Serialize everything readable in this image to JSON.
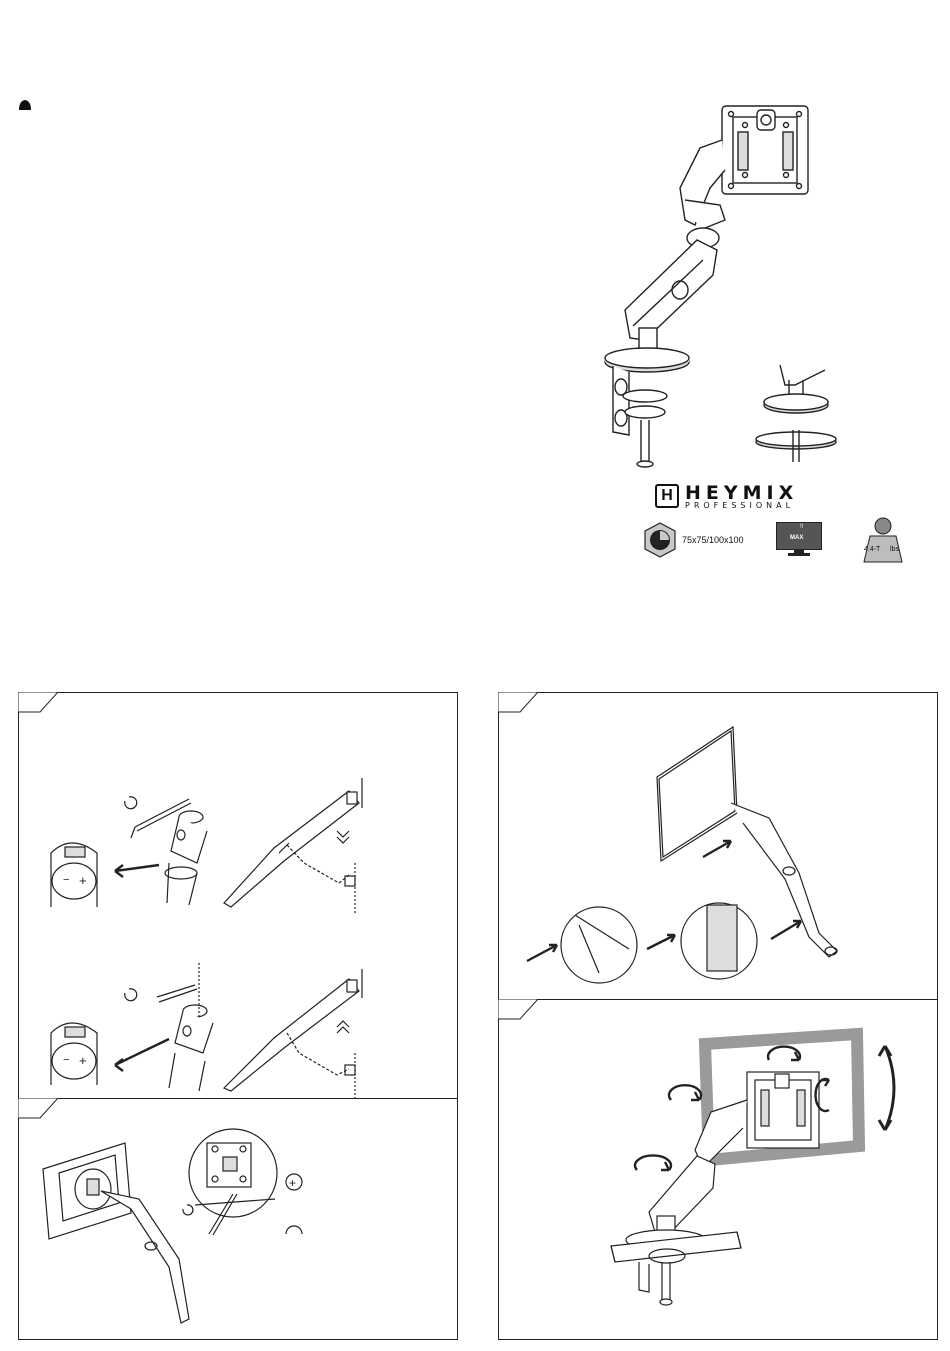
{
  "brand": {
    "logo_text": "HEYMIX",
    "logo_sub": "PROFESSIONAL",
    "logo_mark": "H"
  },
  "specs": {
    "vesa_icon": "vesa-badge-icon",
    "vesa_sizes": "75x75/100x100",
    "screen_icon": "monitor-size-icon",
    "screen_size": "!!",
    "screen_max": "MAX",
    "weight_icon": "weight-icon",
    "weight_range": "4.4-T",
    "weight_unit": "lbs"
  },
  "steps": [
    {
      "id": "step-a",
      "content": "adjust-tension"
    },
    {
      "id": "step-b",
      "content": "attach-monitor"
    },
    {
      "id": "step-c",
      "content": "tighten-vesa-screws"
    },
    {
      "id": "step-d",
      "content": "rotate-tilt-swivel"
    }
  ],
  "symbols": {
    "plus": "+",
    "minus": "−",
    "plus_circle": "+"
  },
  "colors": {
    "ink": "#222222",
    "gray_frame": "#9a9a9a",
    "badge_fill": "#bdbdbd",
    "screen_fill": "#4a4a4a"
  }
}
